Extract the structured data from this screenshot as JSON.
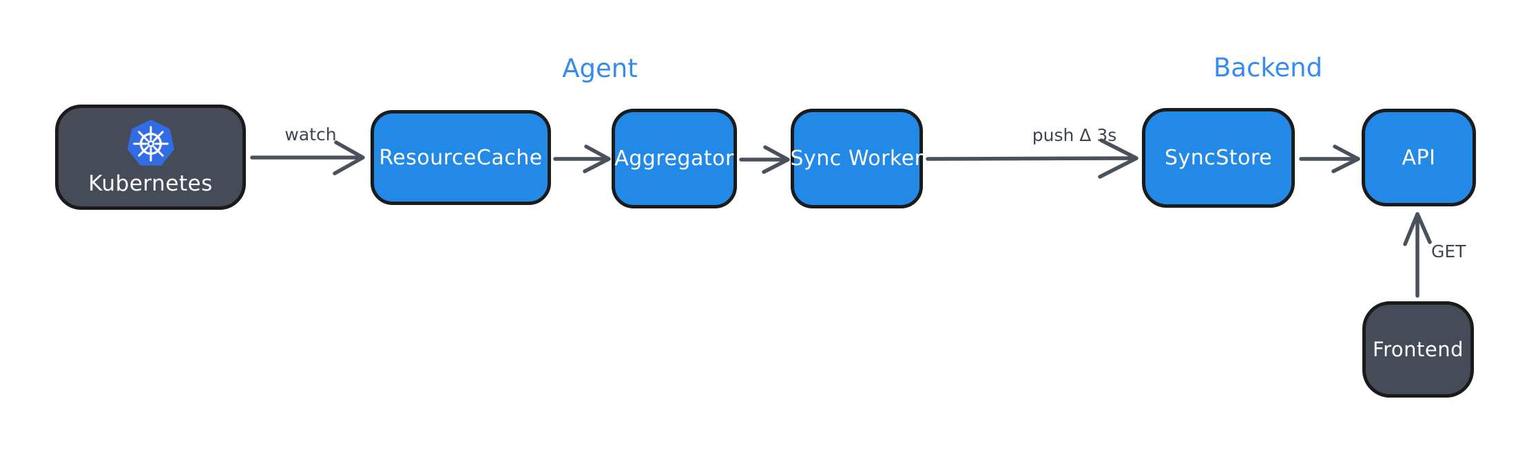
{
  "diagram": {
    "group_labels": [
      {
        "id": "agent",
        "text": "Agent"
      },
      {
        "id": "backend",
        "text": "Backend"
      }
    ],
    "nodes": [
      {
        "id": "kubernetes",
        "label": "Kubernetes",
        "style": "dark",
        "icon": "kubernetes-logo"
      },
      {
        "id": "resource-cache",
        "label": "ResourceCache",
        "style": "blue"
      },
      {
        "id": "aggregator",
        "label": "Aggregator",
        "style": "blue"
      },
      {
        "id": "sync-worker",
        "label": "Sync Worker",
        "style": "blue"
      },
      {
        "id": "sync-store",
        "label": "SyncStore",
        "style": "blue"
      },
      {
        "id": "api",
        "label": "API",
        "style": "blue"
      },
      {
        "id": "frontend",
        "label": "Frontend",
        "style": "dark"
      }
    ],
    "edges": [
      {
        "from": "kubernetes",
        "to": "resource-cache",
        "label": "watch"
      },
      {
        "from": "resource-cache",
        "to": "aggregator",
        "label": ""
      },
      {
        "from": "aggregator",
        "to": "sync-worker",
        "label": ""
      },
      {
        "from": "sync-worker",
        "to": "sync-store",
        "label": "push Δ 3s"
      },
      {
        "from": "sync-store",
        "to": "api",
        "label": ""
      },
      {
        "from": "frontend",
        "to": "api",
        "label": "GET"
      }
    ],
    "colors": {
      "canvas_bg": "#ffffff",
      "node_blue": "#2289e6",
      "node_dark": "#454b57",
      "node_border": "#1b1b1b",
      "node_text": "#ffffff",
      "arrow": "#4a515c",
      "edge_label": "#3f454f",
      "group_label_blue": "#348cf0",
      "k8s_logo_blue": "#326ce5"
    }
  }
}
